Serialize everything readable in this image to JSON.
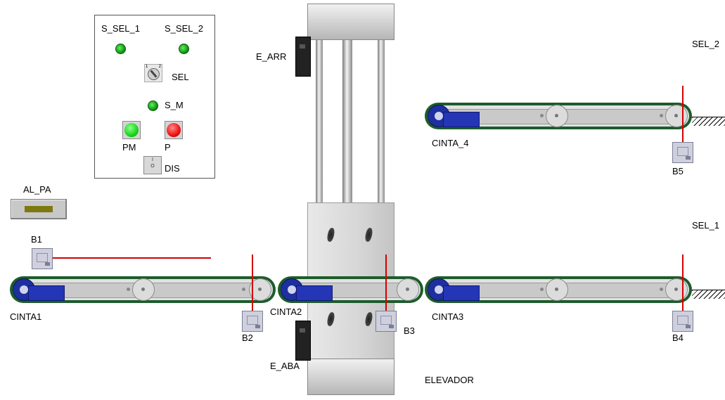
{
  "panel": {
    "s_sel_1": "S_SEL_1",
    "s_sel_2": "S_SEL_2",
    "sel": "SEL",
    "sel_pos_1": "1",
    "sel_pos_2": "2",
    "s_m": "S_M",
    "pm": "PM",
    "p": "P",
    "dis": "DIS"
  },
  "alarm_label": "AL_PA",
  "conveyors": {
    "cinta1": "CINTA1",
    "cinta2": "CINTA2",
    "cinta3": "CINTA3",
    "cinta4": "CINTA_4"
  },
  "sensors": {
    "b1": "B1",
    "b2": "B2",
    "b3": "B3",
    "b4": "B4",
    "b5": "B5"
  },
  "elevator": {
    "label": "ELEVADOR",
    "e_arr": "E_ARR",
    "e_aba": "E_ABA"
  },
  "exits": {
    "sel_1": "SEL_1",
    "sel_2": "SEL_2"
  },
  "colors": {
    "pm_button": "#19d619",
    "p_button": "#ee1010",
    "beam": "#d40000",
    "belt_frame": "#1d5c2b",
    "motor": "#2436b5"
  }
}
